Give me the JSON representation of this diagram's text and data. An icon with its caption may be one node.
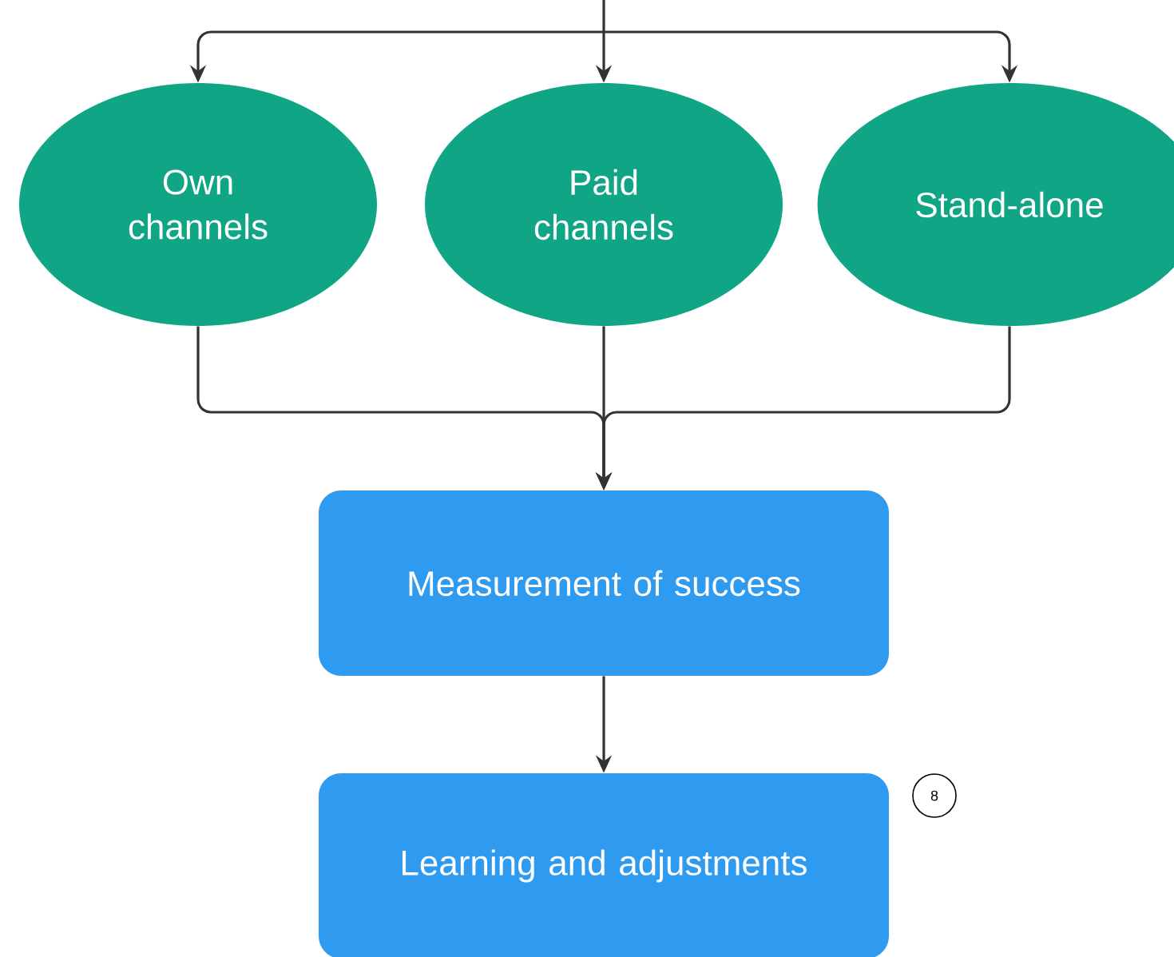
{
  "diagram": {
    "nodes": [
      {
        "text": [
          "Own channels"
        ]
      },
      {
        "text": [
          "Paid channels"
        ]
      },
      {
        "text": [
          "Stand-alone"
        ]
      },
      {
        "text": [
          "Measurement of success"
        ]
      },
      {
        "text": [
          "Learning and adjustments"
        ]
      }
    ],
    "edges": [
      {
        "from": null,
        "to": 0,
        "arrow": "to"
      },
      {
        "from": null,
        "to": 1,
        "arrow": "to"
      },
      {
        "from": null,
        "to": 2,
        "arrow": "to"
      },
      {
        "from": 0,
        "to": 3,
        "arrow": "to"
      },
      {
        "from": 1,
        "to": 3,
        "arrow": "to"
      },
      {
        "from": 2,
        "to": 3,
        "arrow": "to"
      },
      {
        "from": 3,
        "to": 4,
        "arrow": "to"
      }
    ],
    "labels": [
      "8"
    ]
  }
}
